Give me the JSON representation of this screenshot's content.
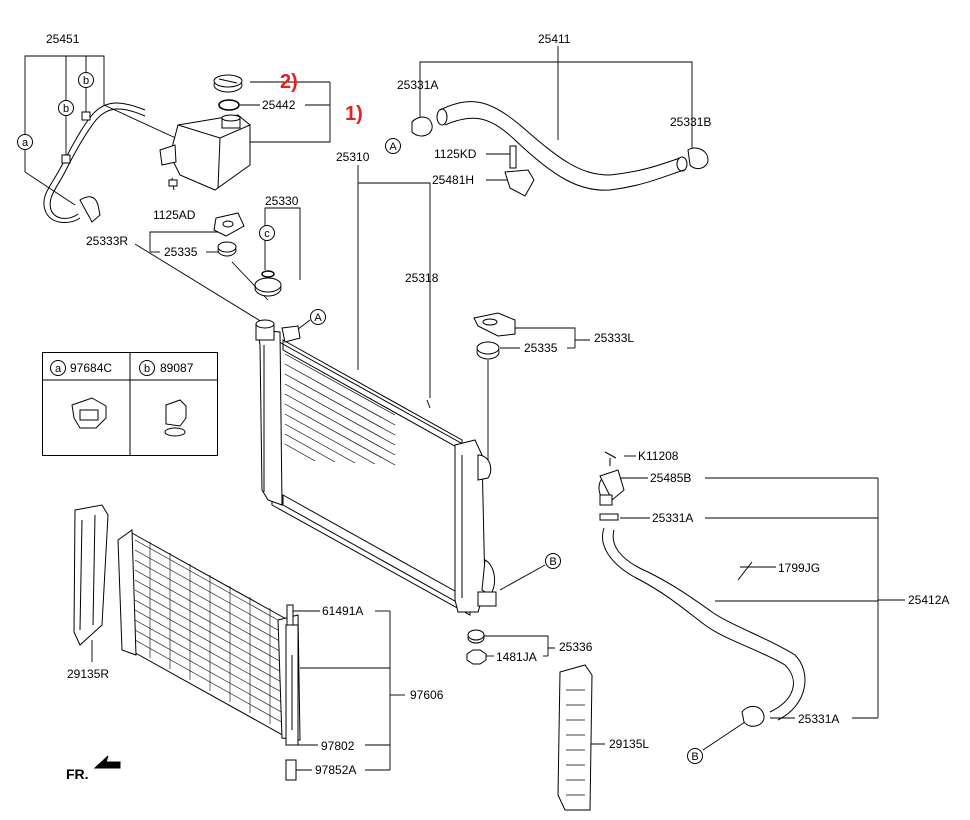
{
  "labels": {
    "p25451": "25451",
    "p25411": "25411",
    "p25331A_top": "25331A",
    "p25442": "25442",
    "p1125KD": "1125KD",
    "p25331B": "25331B",
    "p25310": "25310",
    "p25481H": "25481H",
    "p25330": "25330",
    "p1125AD": "1125AD",
    "p25333R": "25333R",
    "p25335_left": "25335",
    "p25318": "25318",
    "p25333L": "25333L",
    "p25335_right": "25335",
    "pK11208": "K11208",
    "p25485B": "25485B",
    "p25331A_mid": "25331A",
    "p1799JG": "1799JG",
    "p25412A": "25412A",
    "p61491A": "61491A",
    "p25336": "25336",
    "p1481JA": "1481JA",
    "p29135R": "29135R",
    "p97606": "97606",
    "p25331A_bot": "25331A",
    "p97802": "97802",
    "p29135L": "29135L",
    "p97852A": "97852A",
    "fr": "FR."
  },
  "annotations": {
    "one": "1)",
    "two": "2)"
  },
  "circle_refs": {
    "a": "a",
    "b": "b",
    "c": "c",
    "A": "A",
    "B": "B"
  },
  "legend": {
    "a_letter": "a",
    "a_part": "97684C",
    "b_letter": "b",
    "b_part": "89087"
  },
  "colors": {
    "annotation": "#e8201a",
    "line": "#000000"
  }
}
